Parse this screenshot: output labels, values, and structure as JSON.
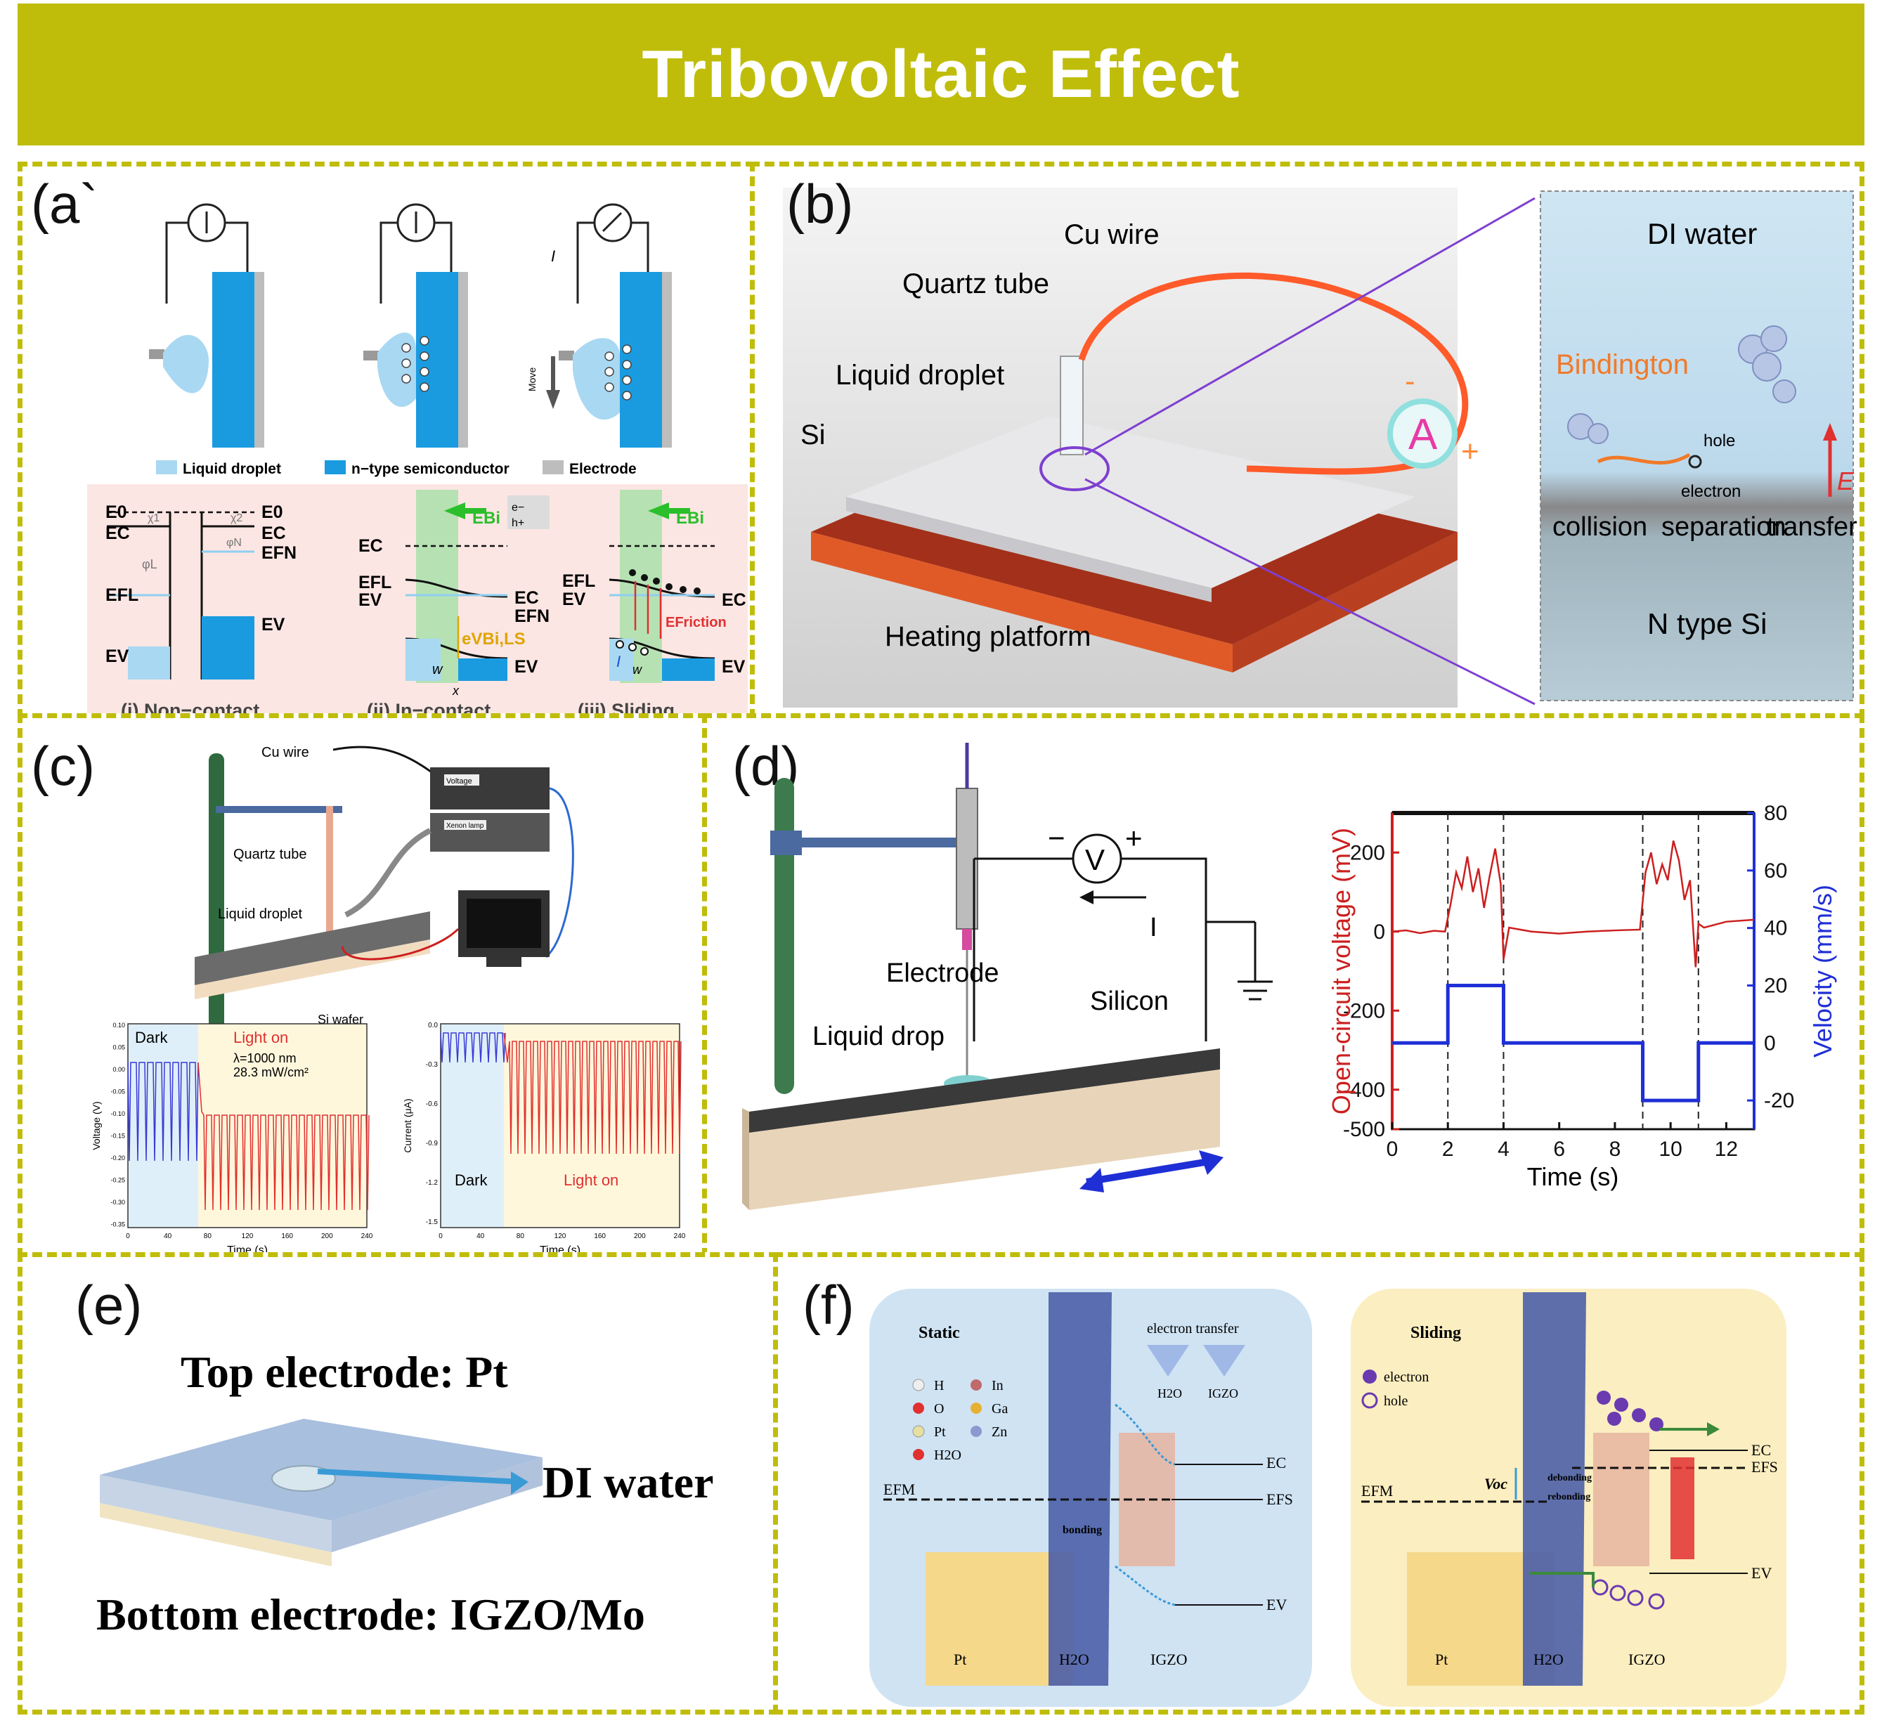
{
  "title": "Tribovoltaic Effect",
  "panels": {
    "a": {
      "label": "(a`",
      "legend": [
        "Liquid droplet",
        "n−type semiconductor",
        "Electrode"
      ],
      "move": "Move",
      "current": "I",
      "levels_left": [
        "E0",
        "EC",
        "EFL",
        "EV",
        "φL",
        "χ1"
      ],
      "levels_right": [
        "E0",
        "EC",
        "EFN",
        "EV",
        "φN",
        "χ2"
      ],
      "ebi": "EBi",
      "carriers": [
        "e−",
        "h+"
      ],
      "ebils": "eVBi,LS",
      "efriction": "EFriction",
      "w": "w",
      "x": "x",
      "captions": [
        "(i) Non−contact",
        "(ii) In−contact",
        "(iii) Sliding"
      ]
    },
    "b": {
      "label": "(b)",
      "quartz": "Quartz tube",
      "cuwire": "Cu wire",
      "droplet": "Liquid droplet",
      "si": "Si",
      "heating": "Heating platform",
      "ammeter": "A",
      "minus": "-",
      "plus": "+",
      "diwater": "DI water",
      "bindington": "Bindington",
      "hole": "hole",
      "electron": "electron",
      "field": "E",
      "steps": [
        "collision",
        "separation",
        "transfer"
      ],
      "ntype": "N type Si"
    },
    "c": {
      "label": "(c)",
      "cuwire": "Cu wire",
      "quartz": "Quartz tube",
      "droplet": "Liquid droplet",
      "wafer": "Si wafer",
      "voltage_box": "Voltage",
      "lamp_box": "Xenon lamp",
      "plot1": {
        "dark": "Dark",
        "light": "Light on",
        "wavelength": "λ=1000 nm",
        "intensity": "28.3 mW/cm²",
        "ylabel": "Voltage (V)",
        "xlabel": "Time (s)",
        "yticks": [
          "0.10",
          "0.05",
          "0.00",
          "-0.05",
          "-0.10",
          "-0.15",
          "-0.20",
          "-0.25",
          "-0.30",
          "-0.35"
        ],
        "xticks": [
          "0",
          "40",
          "80",
          "120",
          "160",
          "200",
          "240"
        ]
      },
      "plot2": {
        "dark": "Dark",
        "light": "Light on",
        "ylabel": "Current (μA)",
        "xlabel": "Time (s)",
        "yticks": [
          "0.0",
          "-0.3",
          "-0.6",
          "-0.9",
          "-1.2",
          "-1.5"
        ],
        "xticks": [
          "0",
          "40",
          "80",
          "120",
          "160",
          "200",
          "240"
        ]
      }
    },
    "d": {
      "label": "(d)",
      "voltmeter": "V",
      "minus": "−",
      "plus": "+",
      "current": "I",
      "electrode": "Electrode",
      "silicon": "Silicon",
      "drop": "Liquid drop"
    },
    "e": {
      "label": "(e)",
      "top": "Top electrode: Pt",
      "water": "DI water",
      "bottom": "Bottom electrode: IGZO/Mo"
    },
    "f": {
      "label": "(f)",
      "static": "Static",
      "sliding": "Sliding",
      "transfer": "electron transfer",
      "atoms": [
        "H",
        "In",
        "O",
        "Ga",
        "Pt",
        "Zn",
        "H2O"
      ],
      "materials": [
        "Pt",
        "H2O",
        "IGZO"
      ],
      "levels": [
        "EC",
        "EFS",
        "EFM",
        "EV"
      ],
      "bonding": "bonding",
      "debonding": "debonding",
      "rebonding": "rebonding",
      "voc": "Voc",
      "electron": "electron",
      "hole": "hole"
    }
  },
  "chart_data": {
    "type": "line",
    "title": "",
    "xlabel": "Time (s)",
    "ylabel": "Open-circuit voltage (mV)",
    "y2label": "Velocity (mm/s)",
    "xlim": [
      0,
      13
    ],
    "ylim": [
      -500,
      300
    ],
    "y2lim": [
      -30,
      80
    ],
    "xticks": [
      0,
      2,
      4,
      6,
      8,
      10,
      12
    ],
    "yticks": [
      200,
      0,
      -200,
      -400,
      -500
    ],
    "y2ticks": [
      80,
      60,
      40,
      20,
      0,
      -20
    ],
    "markers_x": [
      2,
      4,
      9,
      11
    ],
    "series": [
      {
        "axis": "left",
        "color": "#cc1f1f",
        "x": [
          0,
          0.5,
          1,
          1.5,
          1.9,
          2.1,
          2.3,
          2.5,
          2.7,
          2.9,
          3.1,
          3.3,
          3.5,
          3.7,
          3.9,
          4.0,
          4.2,
          5,
          6,
          7,
          8,
          8.9,
          9.1,
          9.3,
          9.5,
          9.7,
          9.9,
          10.1,
          10.3,
          10.5,
          10.7,
          10.9,
          11.0,
          11.2,
          12,
          13
        ],
        "y": [
          0,
          3,
          -4,
          2,
          0,
          70,
          150,
          110,
          190,
          100,
          160,
          60,
          140,
          210,
          120,
          -70,
          10,
          0,
          -5,
          0,
          3,
          5,
          150,
          200,
          120,
          170,
          130,
          230,
          180,
          80,
          130,
          -90,
          20,
          10,
          25,
          30
        ]
      },
      {
        "axis": "right",
        "color": "#1f2fd6",
        "x": [
          0,
          2,
          2,
          4,
          4,
          9,
          9,
          11,
          11,
          13
        ],
        "y": [
          0,
          0,
          20,
          20,
          0,
          0,
          -20,
          -20,
          0,
          0
        ]
      }
    ]
  }
}
